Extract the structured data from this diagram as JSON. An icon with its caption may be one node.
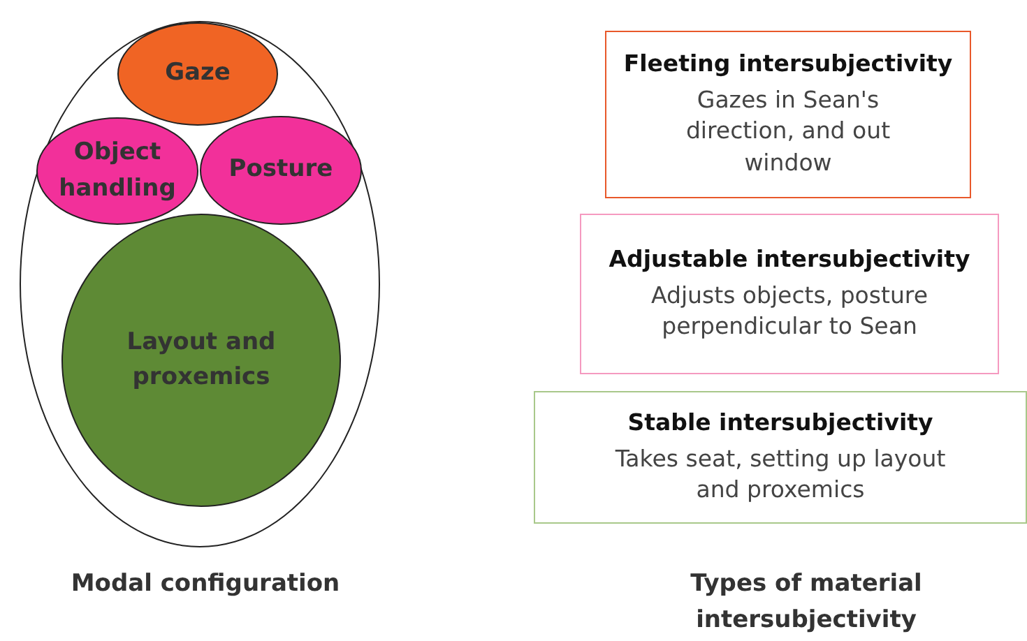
{
  "diagram": {
    "nodes": [
      {
        "text": [],
        "shape": "ellipse"
      },
      {
        "text": [
          "Gaze"
        ],
        "in": 0
      },
      {
        "text": [
          "Object handling"
        ],
        "in": 0
      },
      {
        "text": [
          "Posture"
        ],
        "in": 0
      },
      {
        "text": [
          "Layout and proxemics"
        ],
        "in": 0
      },
      {
        "text": [
          "Fleeting intersubjectivity",
          "Gazes in Sean's direction, and out window"
        ]
      },
      {
        "text": [
          "Adjustable intersubjectivity",
          "Adjusts objects, posture perpendicular to Sean"
        ]
      },
      {
        "text": [
          "Stable intersubjectivity",
          "Takes seat, setting up layout and proxemics"
        ]
      }
    ],
    "labels": [
      "Modal configuration",
      "Types of material intersubjectivity"
    ]
  }
}
